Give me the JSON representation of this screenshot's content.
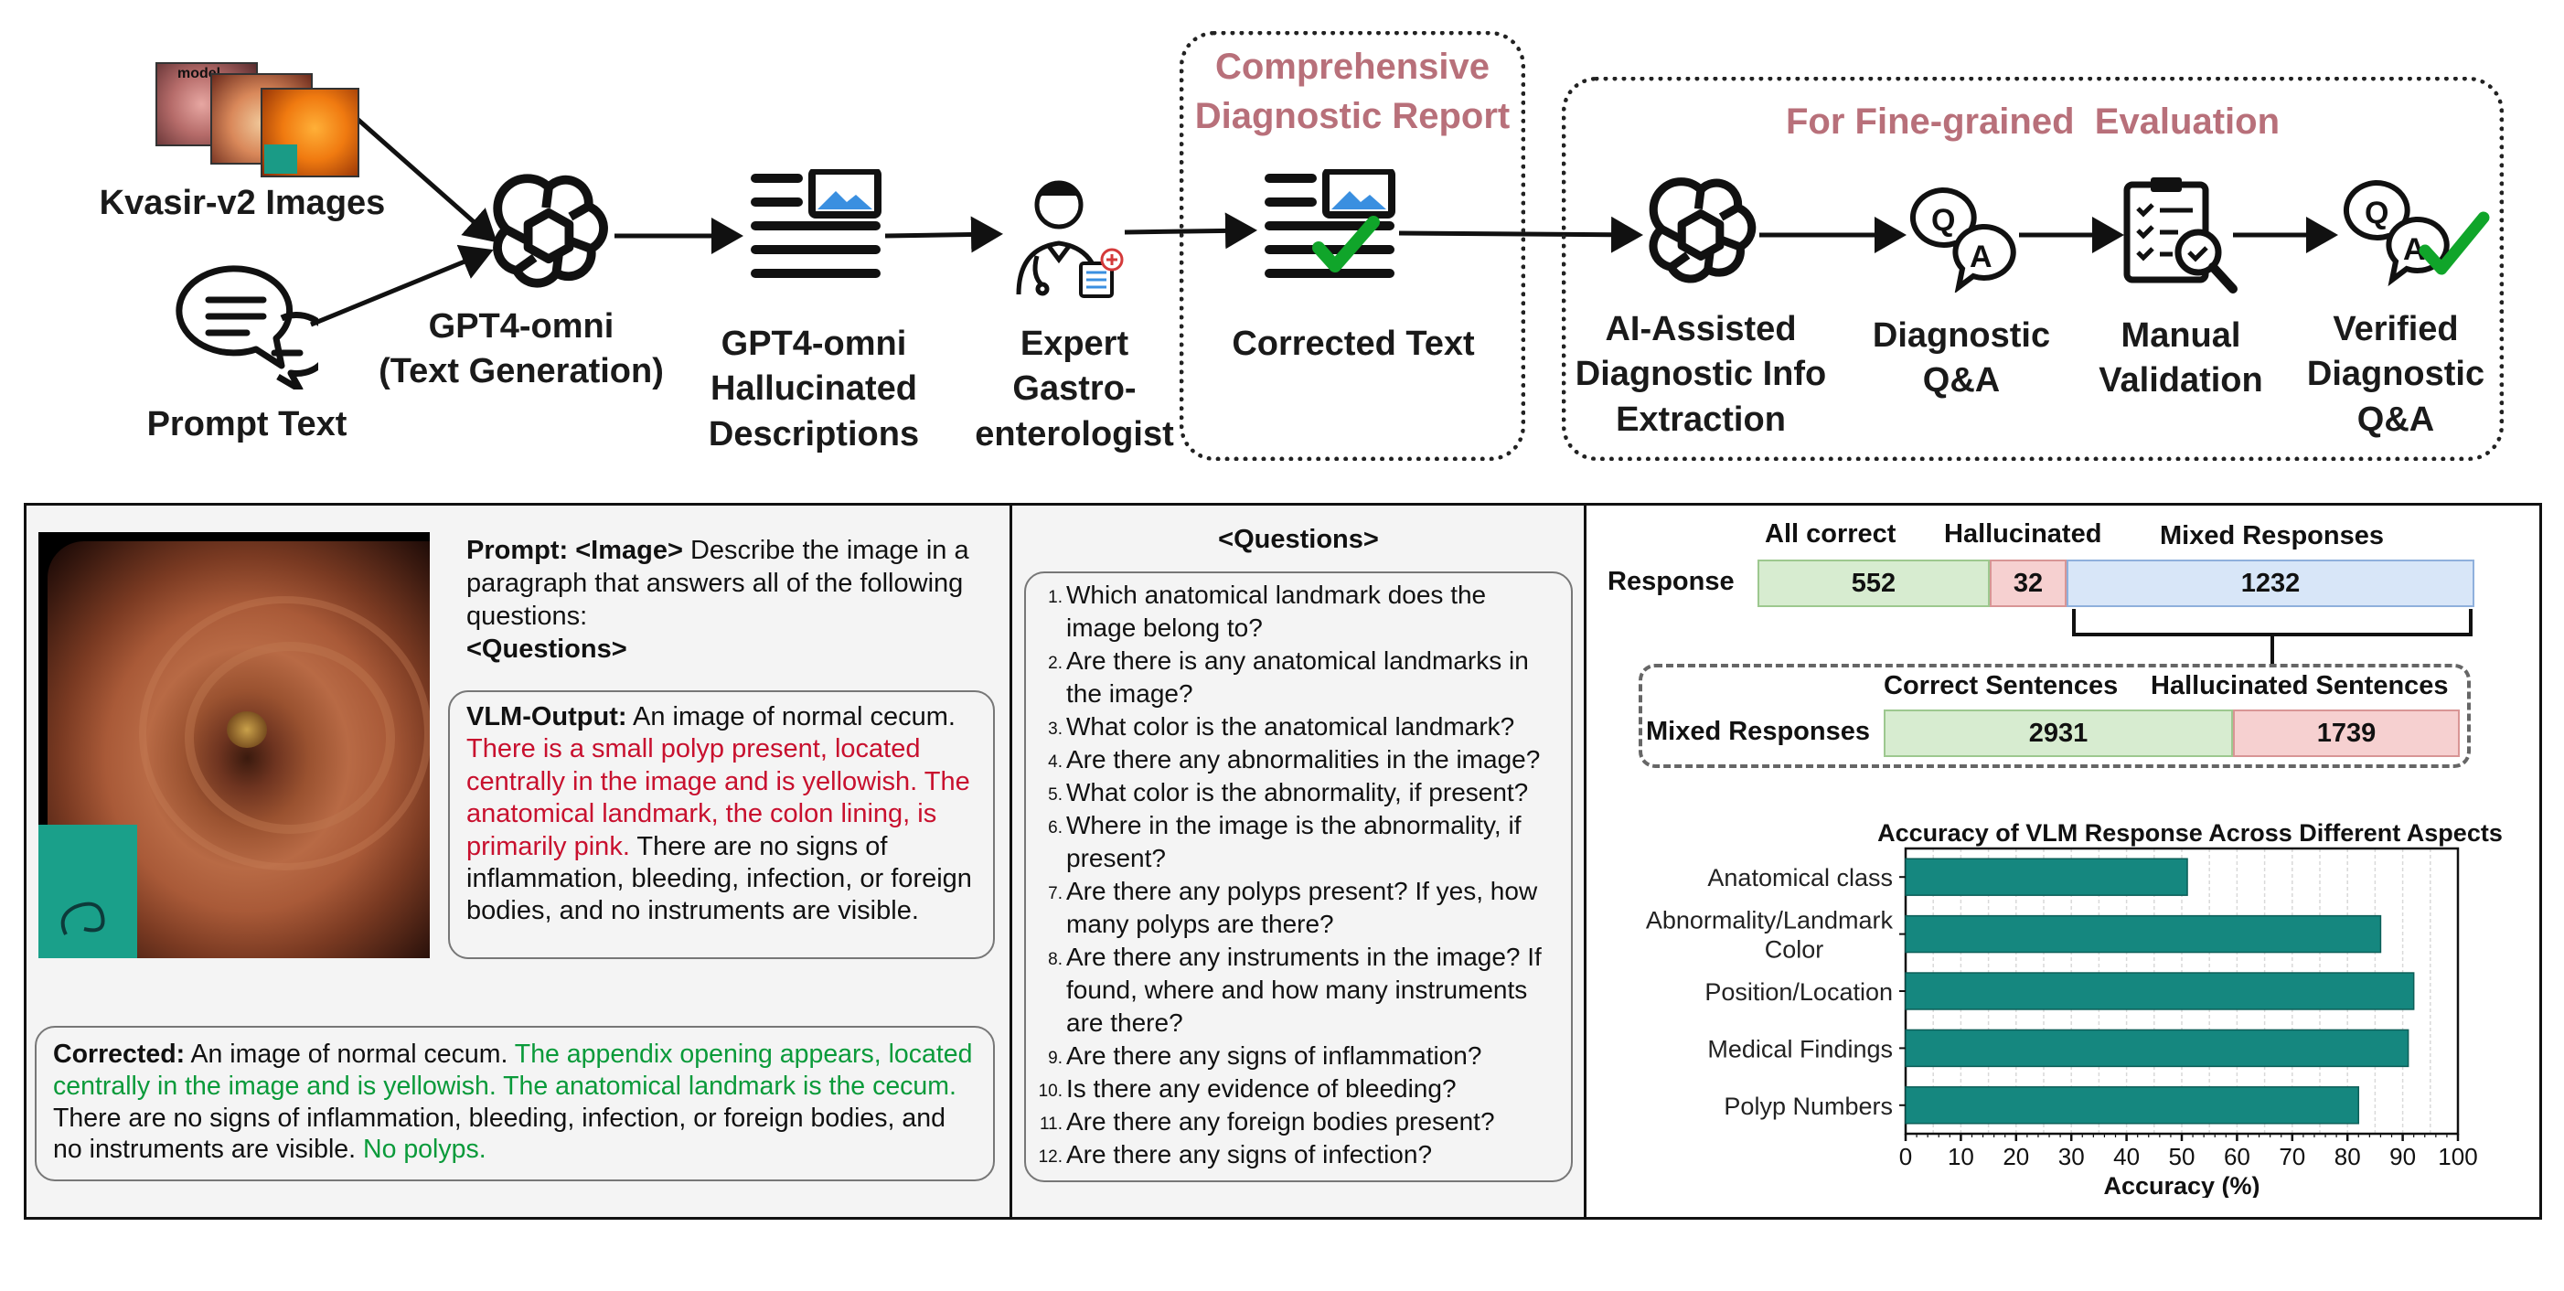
{
  "top": {
    "kvasir_label": "Kvasir-v2 Images",
    "kvasir_thumb_text": "model",
    "prompt_label": "Prompt Text",
    "gpt_gen_label": [
      "GPT4-omni",
      "(Text Generation)"
    ],
    "hallucinated_label": [
      "GPT4-omni",
      "Hallucinated",
      "Descriptions"
    ],
    "expert_label": [
      "Expert",
      "Gastro-",
      "enterologist"
    ],
    "report_title": [
      "Comprehensive",
      "Diagnostic Report"
    ],
    "corrected_label": "Corrected Text",
    "eval_title": "For Fine-grained  Evaluation",
    "extraction_label": [
      "AI-Assisted",
      "Diagnostic Info",
      "Extraction"
    ],
    "qa_label": [
      "Diagnostic",
      "Q&A"
    ],
    "validation_label": [
      "Manual",
      "Validation"
    ],
    "verified_label": [
      "Verified",
      "Diagnostic",
      "Q&A"
    ],
    "qa_icon_letters": [
      "Q",
      "A"
    ],
    "colors": {
      "group_title": "#b8707a",
      "check": "#10a52a",
      "image_blue": "#3a8fe0"
    }
  },
  "example": {
    "prompt_head": "Prompt: <Image>",
    "prompt_body": " Describe the image in a paragraph that answers all of the following questions:",
    "prompt_tail": "<Questions>",
    "vlm_head": "VLM-Output:",
    "vlm_plain1": " An image of normal cecum. ",
    "vlm_red": "There is a small polyp present, located centrally in the image and is yellowish. The anatomical landmark, the colon lining, is primarily pink.",
    "vlm_plain2": " There are no signs of inflammation, bleeding, infection, or foreign bodies, and no instruments are visible.",
    "corr_head": "Corrected:",
    "corr_plain1": " An image of normal cecum. ",
    "corr_green1": "The appendix opening appears, located centrally in the image and is yellowish. The anatomical landmark is the cecum.",
    "corr_plain2": " There are no signs of inflammation, bleeding, infection, or foreign bodies, and no instruments are visible. ",
    "corr_green2": "No polyps."
  },
  "questions": {
    "title": "<Questions>",
    "items": [
      "Which anatomical landmark does the image belong to?",
      "Are there is any anatomical landmarks in the image?",
      "What color is the anatomical landmark?",
      "Are there any abnormalities in the image?",
      "What color is the abnormality, if present?",
      "Where in the image is the abnormality, if present?",
      "Are there any polyps present? If yes, how many polyps are there?",
      "Are there any instruments in the image? If found, where and how many instruments are there?",
      "Are there any signs of inflammation?",
      "Is there any evidence of bleeding?",
      "Are there any foreign bodies present?",
      "Are there any signs of infection?"
    ]
  },
  "stats": {
    "response_label": "Response",
    "headers": [
      "All correct",
      "Hallucinated",
      "Mixed Responses"
    ],
    "values": [
      552,
      32,
      1232
    ],
    "mixed_label": "Mixed Responses",
    "mixed_headers": [
      "Correct Sentences",
      "Hallucinated Sentences"
    ],
    "mixed_values": [
      2931,
      1739
    ],
    "colors": {
      "green_fill": "#d7ecd0",
      "green_edge": "#9dc88f",
      "red_fill": "#f6d0d0",
      "red_edge": "#d89595",
      "blue_fill": "#d8e6f8",
      "blue_edge": "#8fb0dc"
    }
  },
  "chart_data": {
    "type": "bar",
    "orientation": "horizontal",
    "title": "Accuracy of VLM Response Across Different Aspects",
    "categories": [
      "Anatomical class",
      "Abnormality/Landmark Color",
      "Position/Location",
      "Medical Findings",
      "Polyp Numbers"
    ],
    "values": [
      51,
      86,
      92,
      91,
      82
    ],
    "xlabel": "Accuracy (%)",
    "ylabel": "",
    "xlim": [
      0,
      100
    ],
    "xticks": [
      0,
      10,
      20,
      30,
      40,
      50,
      60,
      70,
      80,
      90,
      100
    ],
    "grid": "vertical",
    "bar_color": "#15877f"
  }
}
